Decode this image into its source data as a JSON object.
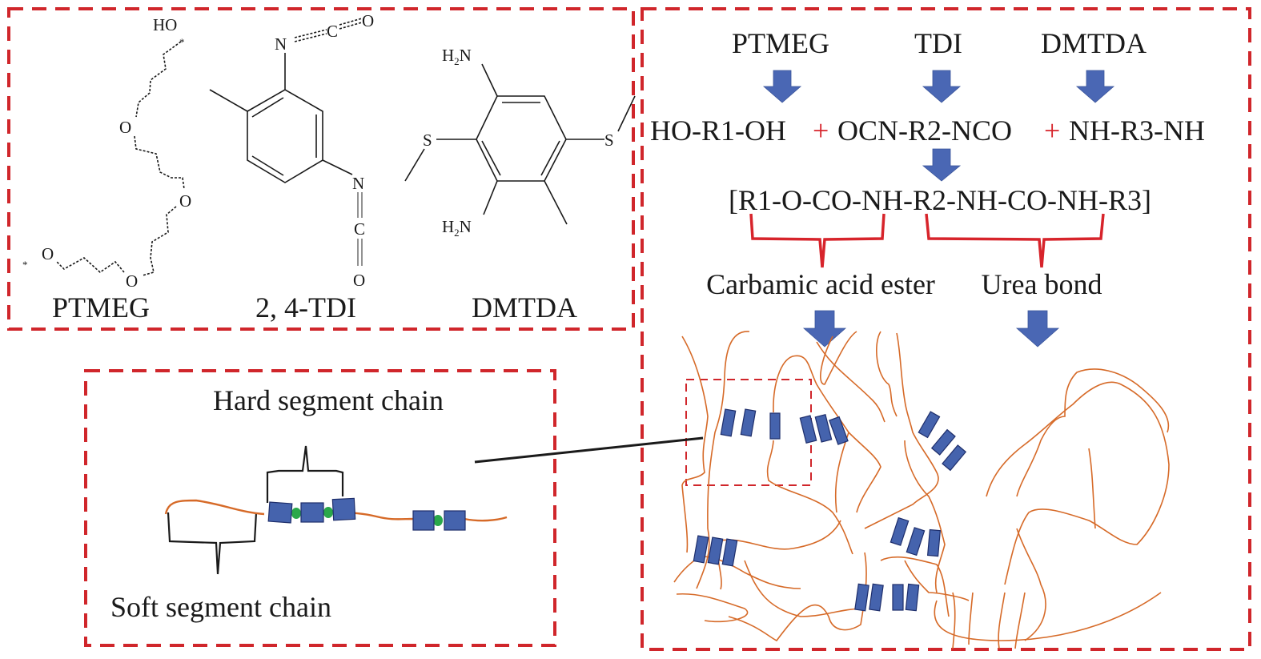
{
  "diagram": {
    "title": "Polyurethane elastomer synthesis and microphase structure",
    "colors": {
      "frame": "#d0262b",
      "arrow": "#4a67b4",
      "hard_segment": "#4563ad",
      "soft_chain": "#d66a28",
      "linker": "#2aa84a",
      "brace_red": "#d7242b"
    },
    "monomers_panel": {
      "labels": [
        "PTMEG",
        "2, 4-TDI",
        "DMTDA"
      ],
      "ptmeg_atoms": {
        "ho": "HO",
        "o": "O",
        "star": "*"
      },
      "tdi_atoms": {
        "n": "N",
        "c": "C",
        "o": "O"
      },
      "dmtda_atoms": {
        "h2n": "H",
        "sub2": "2",
        "n": "N",
        "s": "S"
      }
    },
    "reaction_panel": {
      "reactants": [
        "PTMEG",
        "TDI",
        "DMTDA"
      ],
      "equation_terms": [
        "HO-R1-OH",
        "OCN-R2-NCO",
        "NH-R3-NH"
      ],
      "plus_sign": "+",
      "product": "[R1-O-CO-NH-R2-NH-CO-NH-R3]",
      "bond_labels": [
        "Carbamic acid ester",
        "Urea bond"
      ]
    },
    "segment_panel": {
      "hard_label": "Hard segment chain",
      "soft_label": "Soft segment chain"
    }
  }
}
